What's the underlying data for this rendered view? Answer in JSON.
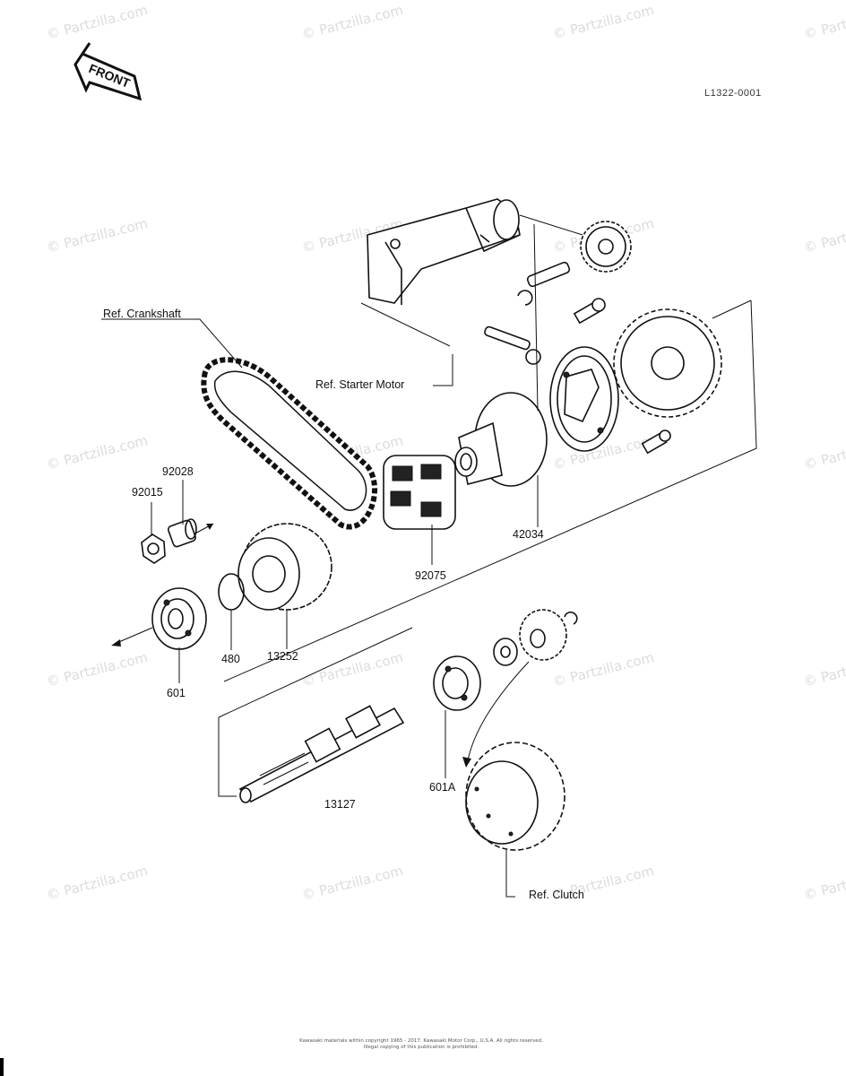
{
  "diagram_code": "L1322-0001",
  "front_sign": "FRONT",
  "watermark": "© Partzilla.com",
  "labels": {
    "ref_crankshaft": "Ref.  Crankshaft",
    "ref_starter_motor": "Ref.  Starter Motor",
    "ref_clutch": "Ref.  Clutch",
    "p92028": "92028",
    "p92015": "92015",
    "p92075": "92075",
    "p42034": "42034",
    "p601": "601",
    "p480": "480",
    "p13252": "13252",
    "p13127": "13127",
    "p601a": "601A"
  },
  "copyright": {
    "line1": "Kawasaki materials within copyright 1965 - 2017.  Kawasaki Motor Corp., U.S.A.  All rights reserved.",
    "line2": "Illegal copying of this publication is prohibited."
  }
}
